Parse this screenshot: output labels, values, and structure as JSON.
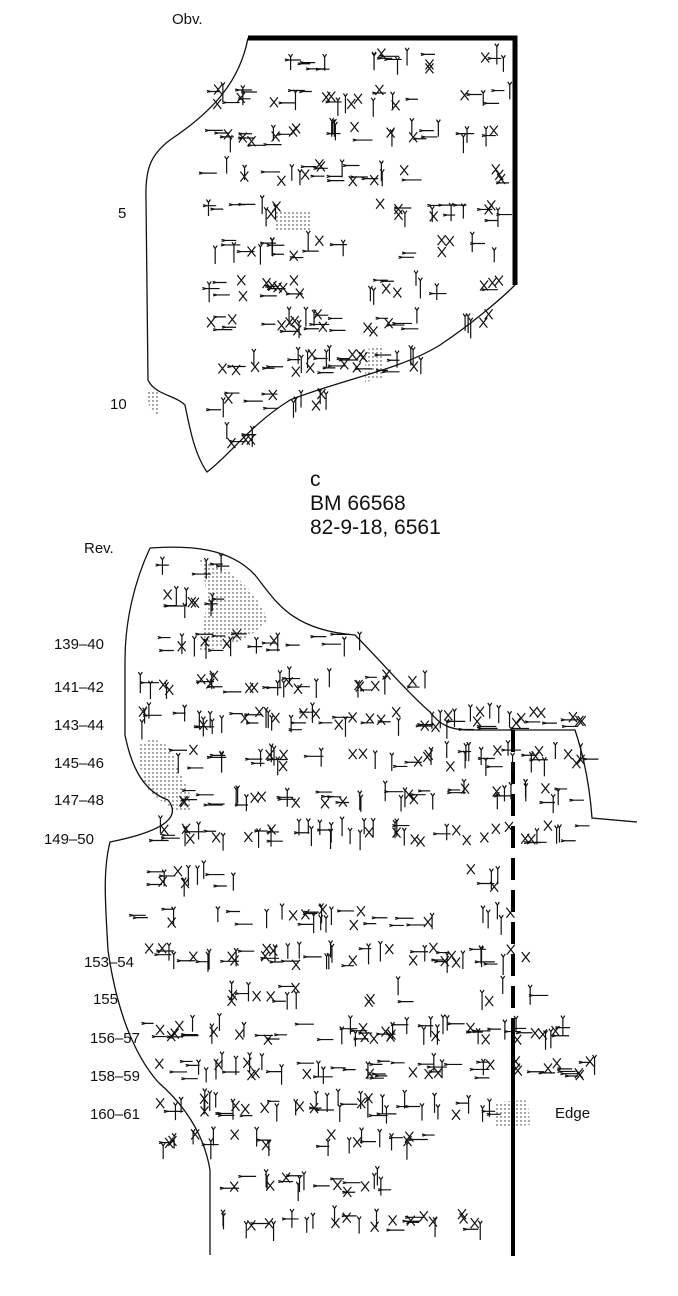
{
  "obverse": {
    "side_label": "Obv.",
    "line_numbers": [
      "5",
      "10"
    ]
  },
  "caption": {
    "letter": "C",
    "museum_number": "BM 66568",
    "registration_number": "82-9-18, 6561"
  },
  "reverse": {
    "side_label": "Rev.",
    "line_numbers": [
      "139–40",
      "141–42",
      "143–44",
      "145–46",
      "147–48",
      "149–50",
      "153–54",
      "155",
      "156–57",
      "158–59",
      "160–61"
    ],
    "edge_label": "Edge"
  }
}
